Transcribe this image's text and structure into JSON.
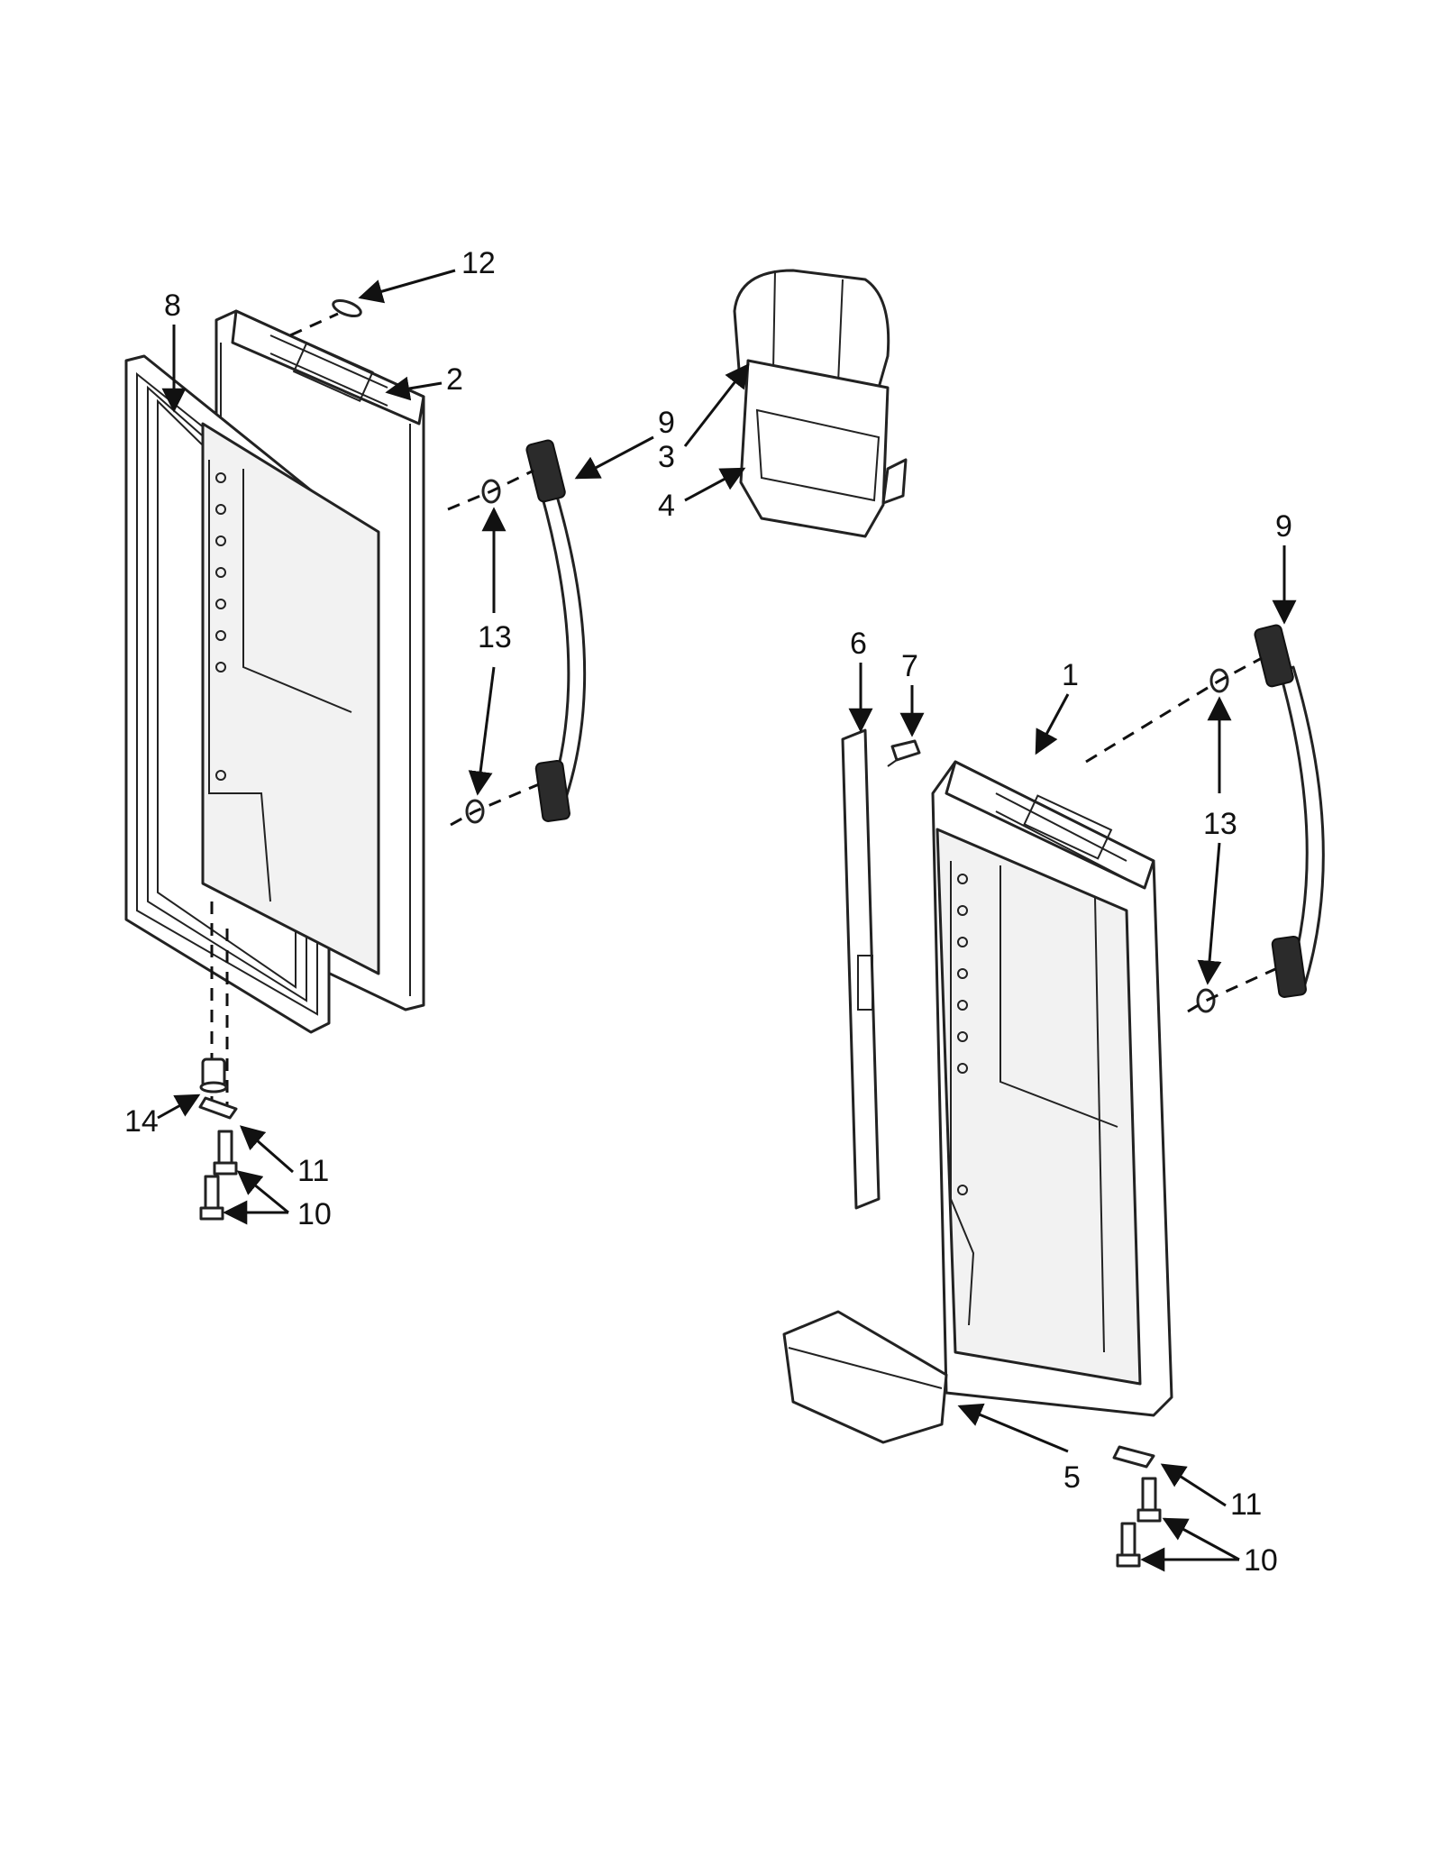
{
  "callouts": {
    "door_right_1": "1",
    "door_left_2": "2",
    "bin_module_3": "3",
    "bin_4": "4",
    "bin_5": "5",
    "hinge_cover_6": "6",
    "screw_7": "7",
    "gasket_8": "8",
    "handle_left_9": "9",
    "handle_right_9": "9",
    "screws_left_10": "10",
    "screws_right_10": "10",
    "hinge_plate_left_11": "11",
    "hinge_plate_right_11": "11",
    "plug_12": "12",
    "spacer_left_13": "13",
    "spacer_right_13": "13",
    "bushing_14": "14"
  }
}
